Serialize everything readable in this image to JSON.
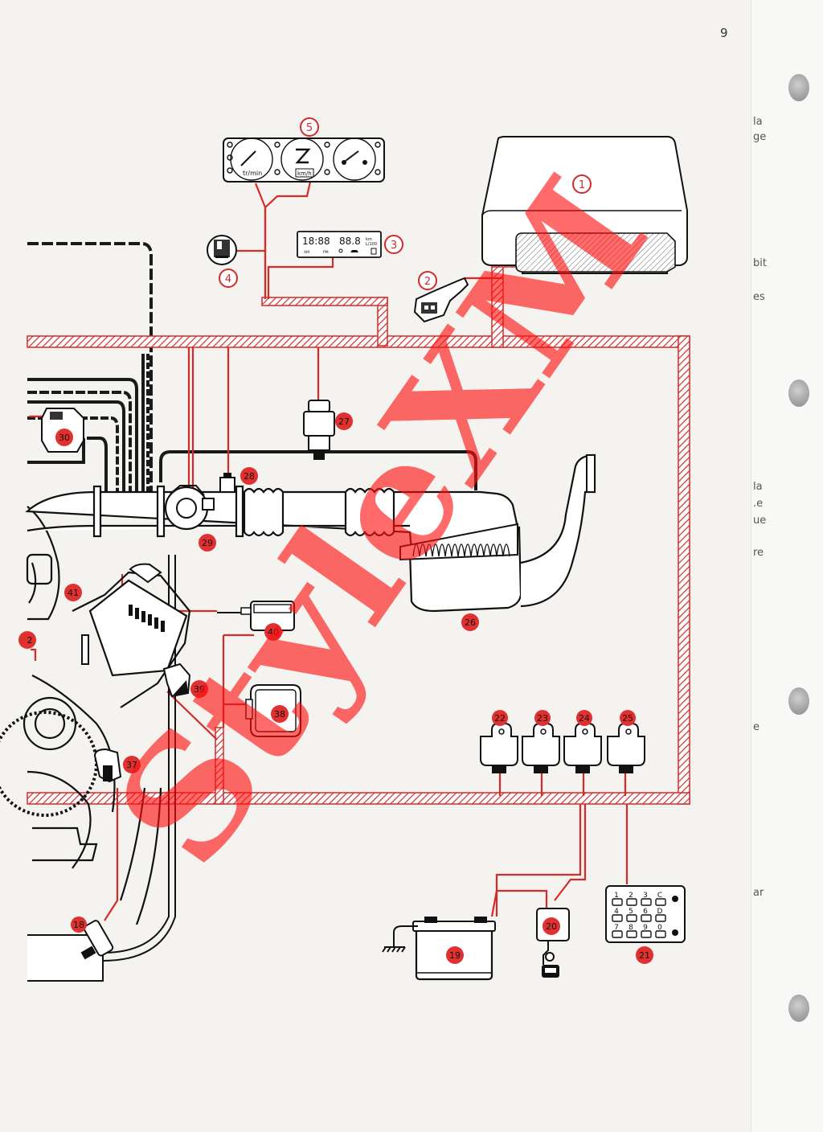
{
  "page": {
    "number": "9"
  },
  "margin_fragments": [
    "la",
    "ge",
    "bit",
    "es",
    "la",
    ".e",
    "ue",
    "re",
    "e",
    "ar"
  ],
  "watermark": "StyleXM",
  "gauges": {
    "rpm_unit": "tr/min",
    "speed_unit": "km/h"
  },
  "display": {
    "time": "18:88",
    "value": "88.8",
    "unit_top": "km",
    "unit_bottom": "L/100",
    "am": "AM",
    "pm": "PM"
  },
  "keypad": {
    "keys": [
      "1",
      "2",
      "3",
      "C",
      "4",
      "5",
      "6",
      "D",
      "7",
      "8",
      "9",
      "0"
    ]
  },
  "callouts": {
    "c1": "1",
    "c2": "2",
    "c3": "3",
    "c4": "4",
    "c5": "5",
    "c18": "18",
    "c19": "19",
    "c20": "20",
    "c21": "21",
    "c22": "22",
    "c23": "23",
    "c24": "24",
    "c25": "25",
    "c26": "26",
    "c27": "27",
    "c28": "28",
    "c29": "29",
    "c30": "30",
    "c37": "37",
    "c38": "38",
    "c39": "39",
    "c40": "40",
    "c41": "41",
    "c42": "2"
  },
  "colors": {
    "harness_red": "#d42a2a",
    "callout_red": "#e03030",
    "line_black": "#1a1a1a",
    "watermark": "#ff1010"
  },
  "icons": [
    "punch-hole-icon",
    "ground-icon",
    "ignition-key-icon",
    "fuel-pump-icon",
    "fuel-icon"
  ]
}
